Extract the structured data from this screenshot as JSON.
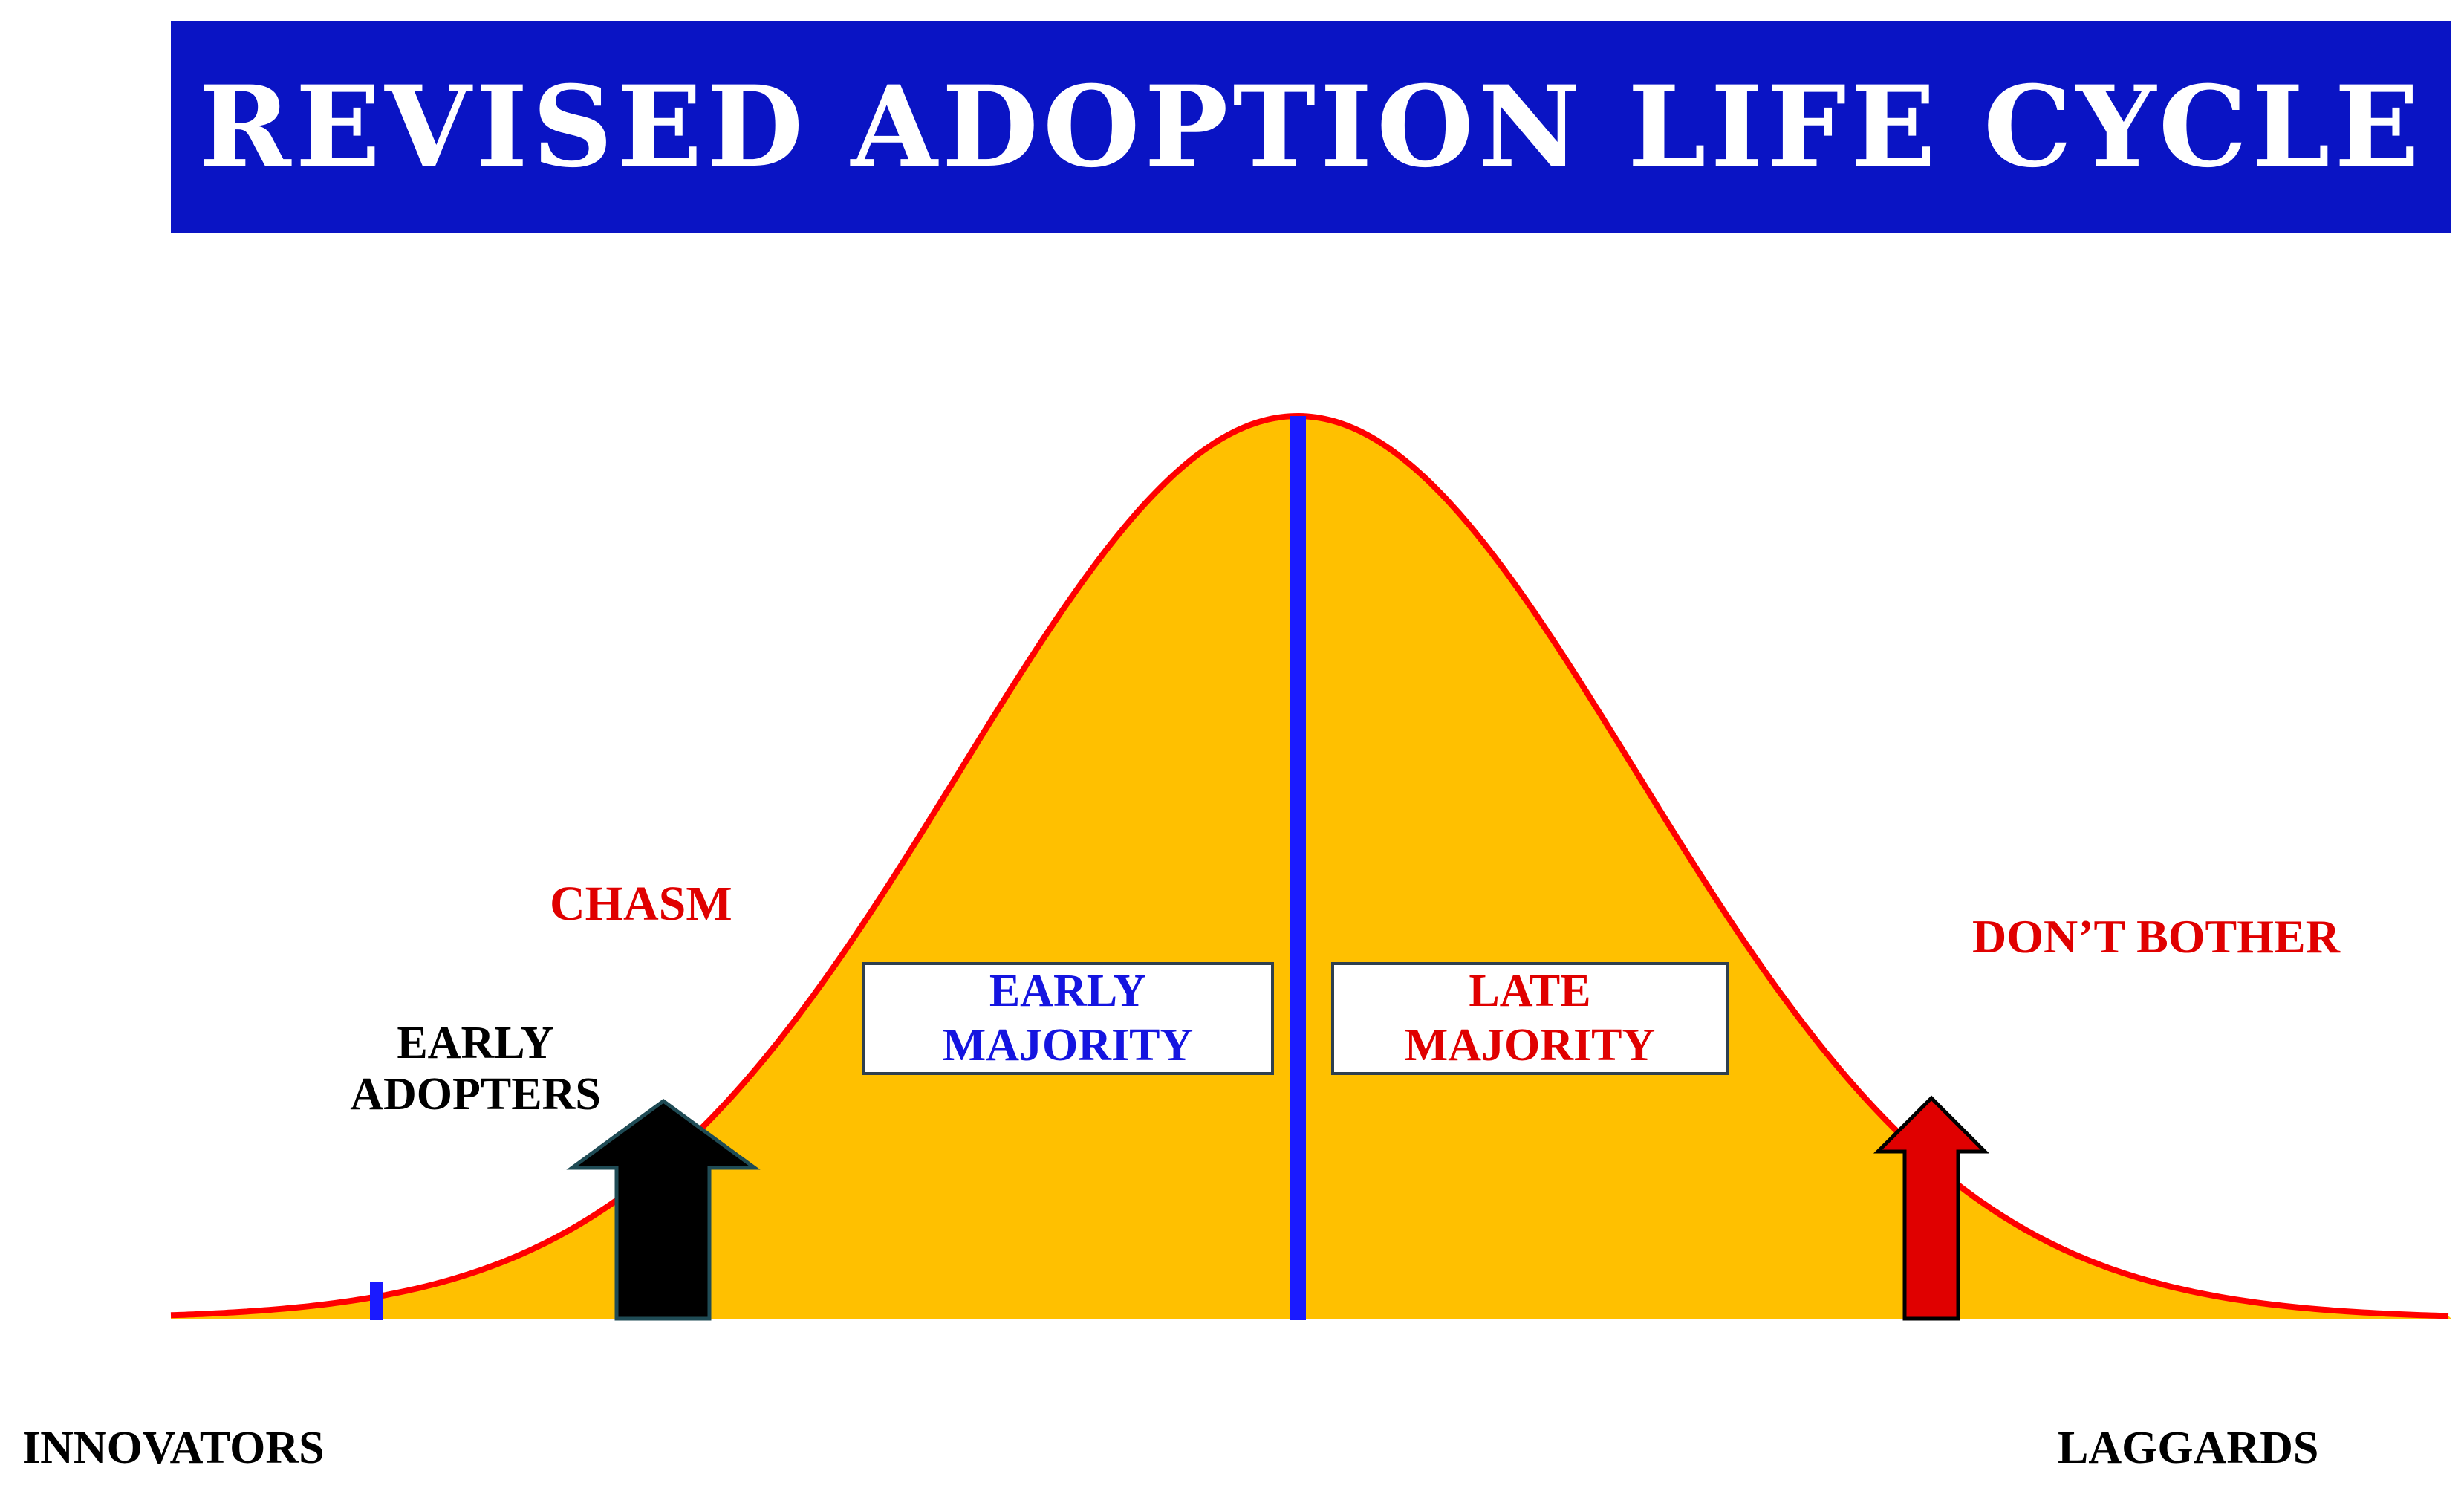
{
  "title": "REVISED ADOPTION LIFE CYCLE",
  "colors": {
    "banner": "#0a14c4",
    "curve_fill": "#ffc000",
    "curve_stroke": "#ff0000",
    "divider": "#1a1aff",
    "text_red": "#e00000",
    "text_blue": "#1414e0",
    "text_black": "#000000"
  },
  "labels": {
    "chasm": "CHASM",
    "early_adopters": "EARLY\nADOPTERS",
    "early_majority": "EARLY\nMAJORITY",
    "late_majority": "LATE\nMAJORITY",
    "dont_bother": "DON’T BOTHER",
    "innovators": "INNOVATORS",
    "laggards": "LAGGARDS"
  },
  "icons": {
    "chasm_arrow": "up-arrow-black",
    "dont_bother_arrow": "up-arrow-red"
  }
}
